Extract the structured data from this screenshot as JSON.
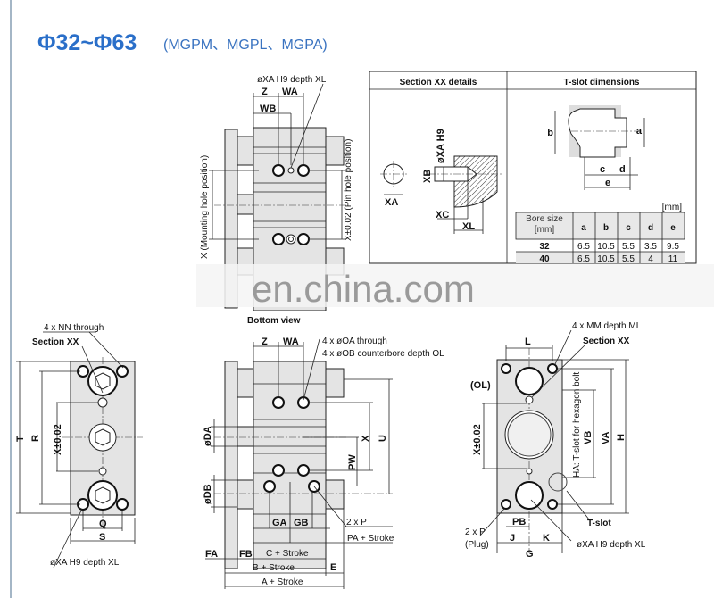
{
  "title": {
    "main": "Φ32~Φ63",
    "models": "(MGPM、MGPL、MGPA)",
    "main_color": "#2a6fc9",
    "models_color": "#3a73c0"
  },
  "top_view": {
    "xa_depth": "øXA H9 depth XL",
    "z": "Z",
    "wa": "WA",
    "wb": "WB",
    "x_mounting": "X (Mounting hole position)",
    "x_pin": "X±0.02 (Pin hole position)",
    "caption": "Bottom view"
  },
  "section_details": {
    "header": "Section XX details",
    "xa": "XA",
    "xb": "XB",
    "xa_h9": "øXA H9",
    "xc": "XC",
    "xl": "XL"
  },
  "tslot": {
    "header": "T-slot dimensions",
    "labels": {
      "a": "a",
      "b": "b",
      "c": "c",
      "d": "d",
      "e": "e"
    },
    "unit": "[mm]",
    "table": {
      "headers": [
        "Bore size [mm]",
        "a",
        "b",
        "c",
        "d",
        "e"
      ],
      "rows": [
        [
          "32",
          "6.5",
          "10.5",
          "5.5",
          "3.5",
          "9.5"
        ],
        [
          "40",
          "6.5",
          "10.5",
          "5.5",
          "4",
          "11"
        ]
      ]
    }
  },
  "end_view_left": {
    "nn_through": "4 x NN through",
    "section_xx": "Section XX",
    "t": "T",
    "r": "R",
    "x": "X±0.02",
    "q": "Q",
    "s": "S",
    "xa_depth": "øXA H9 depth XL"
  },
  "side_view": {
    "z": "Z",
    "wa": "WA",
    "oa_through": "4 x øOA through",
    "ob_counterbore": "4 x øOB counterbore depth OL",
    "da": "øDA",
    "db": "øDB",
    "x": "X",
    "u": "U",
    "pw": "PW",
    "ga": "GA",
    "gb": "GB",
    "p": "2 x P",
    "pa": "PA + Stroke",
    "fa": "FA",
    "fb": "FB",
    "c": "C + Stroke",
    "b": "B + Stroke",
    "e": "E",
    "a": "A + Stroke"
  },
  "end_view_right": {
    "mm_depth": "4 x MM depth ML",
    "section_xx": "Section XX",
    "l": "L",
    "ol": "(OL)",
    "x": "X±0.02",
    "ha": "HA: T-slot for hexagon bolt",
    "vb": "VB",
    "va": "VA",
    "h": "H",
    "tslot": "T-slot",
    "p": "2 x P",
    "plug": "(Plug)",
    "pb": "PB",
    "j": "J",
    "k": "K",
    "g": "G",
    "xa_depth": "øXA H9 depth XL"
  },
  "watermark": "en.china.com"
}
